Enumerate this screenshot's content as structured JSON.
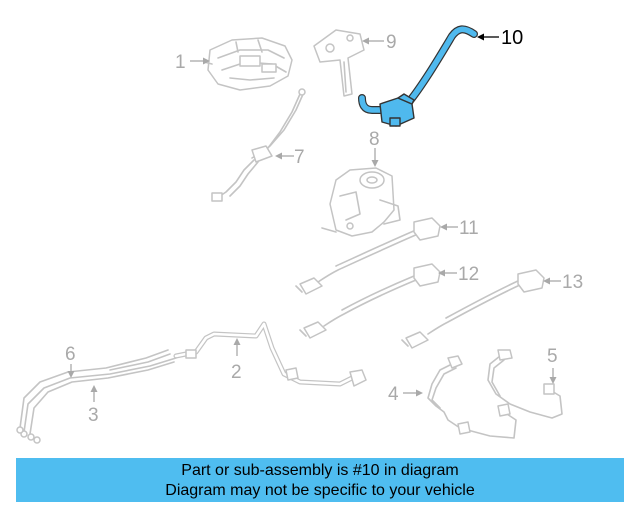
{
  "callouts": {
    "c1": "1",
    "c2": "2",
    "c3": "3",
    "c4": "4",
    "c5": "5",
    "c6": "6",
    "c7": "7",
    "c8": "8",
    "c9": "9",
    "c10": "10",
    "c11": "11",
    "c12": "12",
    "c13": "13"
  },
  "highlighted_part": "10",
  "banner": {
    "line1": "Part or sub-assembly is #10 in diagram",
    "line2": "Diagram may not be specific to your vehicle"
  },
  "colors": {
    "highlight": "#4fb9ee",
    "banner": "#4fbdf0",
    "ghost": "#c4c4c4"
  }
}
